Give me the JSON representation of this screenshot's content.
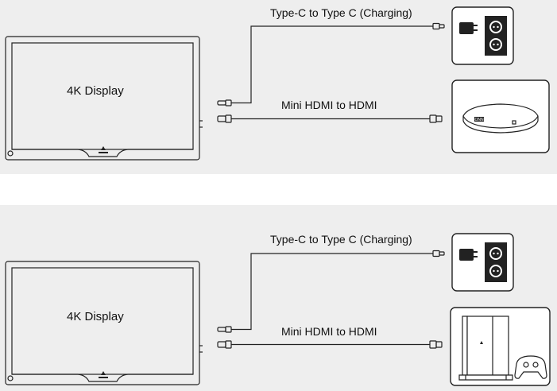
{
  "setups": [
    {
      "display_label": "4K Display",
      "top_cable_label": "Type-C to Type C (Charging)",
      "bottom_cable_label": "Mini HDMI to HDMI",
      "power_device": "wall-charger-icon",
      "source_device": "streaming-box-icon",
      "device_badge": "ONN"
    },
    {
      "display_label": "4K Display",
      "top_cable_label": "Type-C to Type C (Charging)",
      "bottom_cable_label": "Mini HDMI to HDMI",
      "power_device": "wall-charger-icon",
      "source_device": "game-console-icon"
    }
  ],
  "colors": {
    "panel_bg": "#eeeeee",
    "line": "#222222",
    "card_bg": "#ffffff"
  }
}
